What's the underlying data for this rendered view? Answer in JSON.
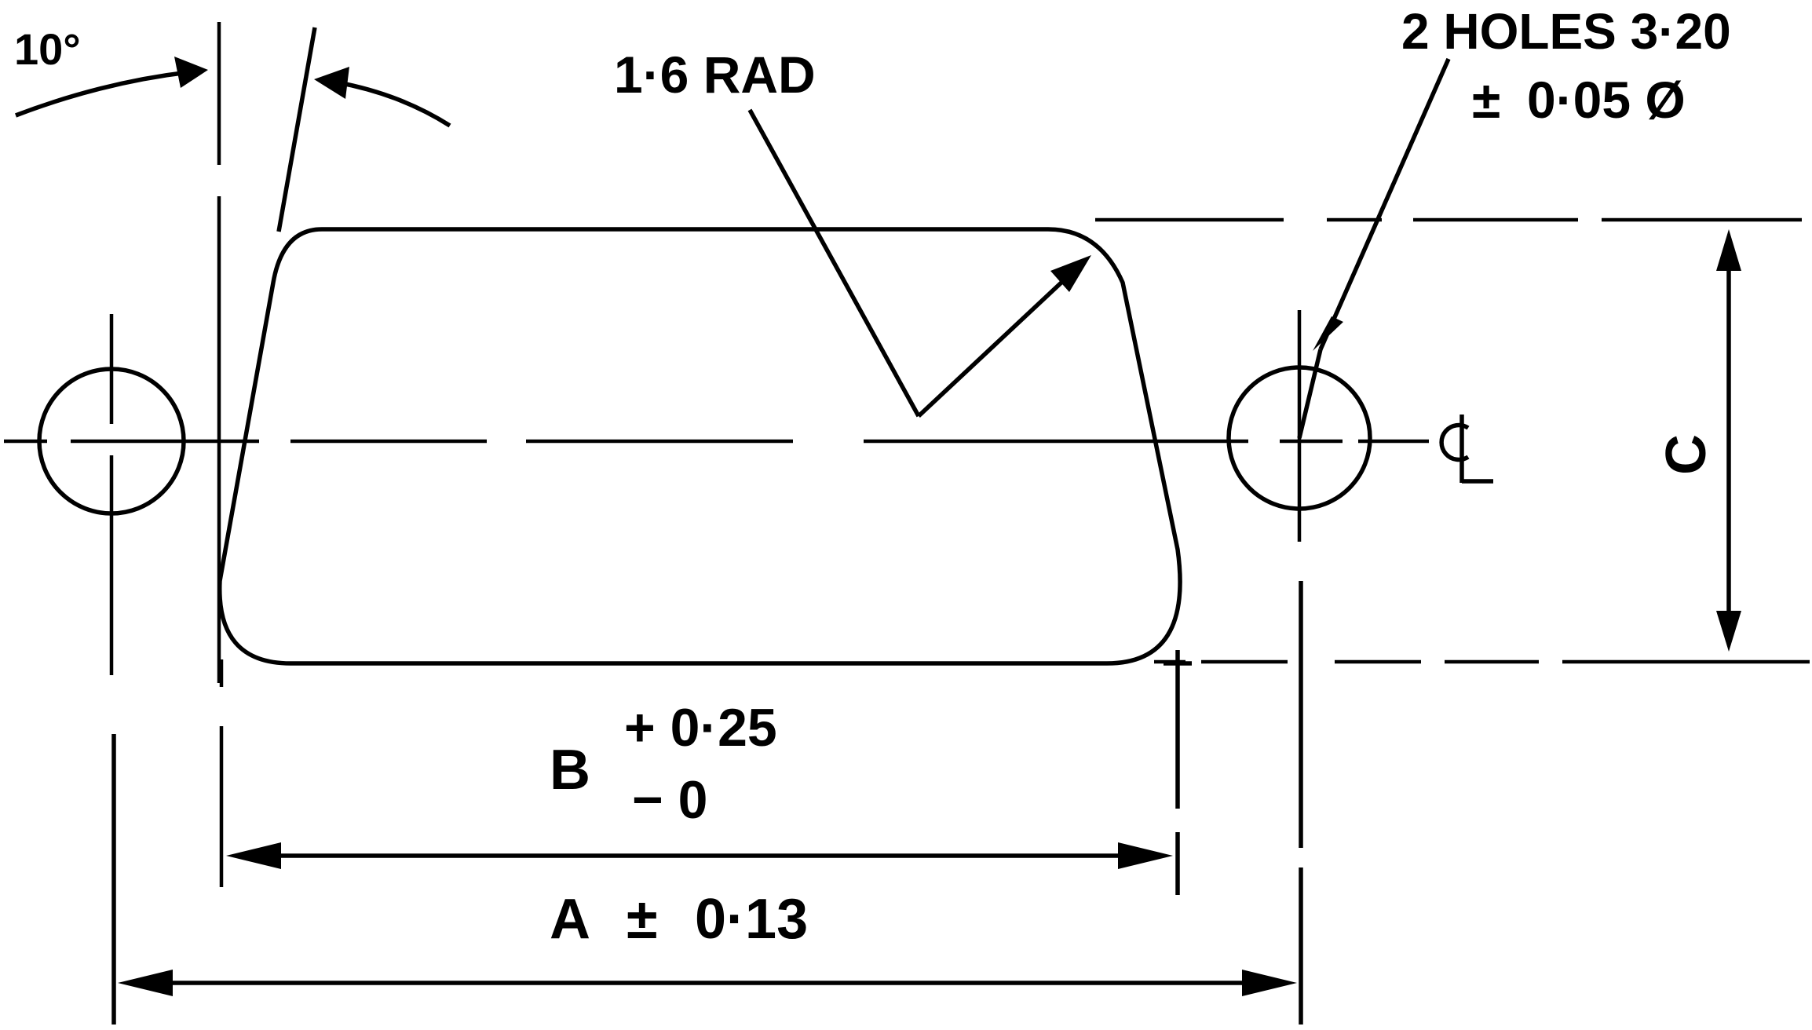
{
  "diagram": {
    "angle_label": "10°",
    "radius_label": "1·6 RAD",
    "holes_label_line1": "2 HOLES 3·20",
    "holes_label_line2_sign": "±",
    "holes_label_line2": "0·05 Ø",
    "centerline_symbol": "℄",
    "dim_c": "C",
    "dim_b": "B",
    "dim_b_tol_plus": "+ 0·25",
    "dim_b_tol_minus": "− 0",
    "dim_a": "A",
    "dim_a_sign": "±",
    "dim_a_tol": "0·13"
  },
  "colors": {
    "ink": "#000000",
    "paper": "#ffffff"
  }
}
